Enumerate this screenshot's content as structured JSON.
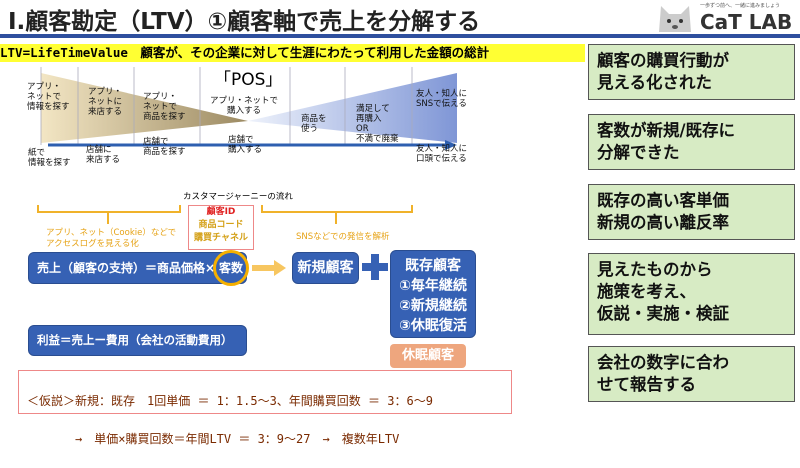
{
  "title": "Ⅰ.顧客勘定（LTV）①顧客軸で売上を分解する",
  "logo": {
    "text": "CaT LAB",
    "tagline": "一歩ずつ前へ、一緒に進みましょう"
  },
  "ltv_definition": "LTV=LifeTimeValue　顧客が、その企業に対して生涯にわたって利用した金額の総計",
  "journey": {
    "pos_label": "「POS」",
    "top": [
      "アプリ・\nネットで\n情報を探す",
      "アプリ・\nネットに\n来店する",
      "アプリ・\nネットで\n商品を探す",
      "アプリ・ネットで\n購入する",
      "商品を\n使う",
      "満足して\n再購入\nOR\n不満で廃棄",
      "友人・知人に\nSNSで伝える"
    ],
    "bottom": [
      "紙で\n情報を探す",
      "店舗に\n来店する",
      "店舗で\n商品を探す",
      "店舗で\n購入する",
      "友人・知人に\n口頭で伝える"
    ],
    "flow_label": "カスタマージャーニーの流れ"
  },
  "notes": {
    "left": "アプリ、ネット（Cookie）などで\nアクセスログを見える化",
    "right": "SNSなどでの発信を解析",
    "pos_data": [
      "顧客ID",
      "商品コード",
      "購買チャネル"
    ]
  },
  "formulas": {
    "sales": "売上（顧客の支持）＝商品価格×",
    "customers": "客数",
    "profit": "利益＝売上ー費用（会社の活動費用）"
  },
  "new_customer": "新規顧客",
  "existing": {
    "title": "既存顧客",
    "items": [
      "①毎年継続",
      "②新規継続",
      "③休眠復活"
    ]
  },
  "dormant": "休眠顧客",
  "hypothesis": [
    "＜仮説＞新規：既存　1回単価 ＝ 1：1.5～3、年間購買回数 ＝ 3：6～9",
    "　　　　→　単価×購買回数＝年間LTV ＝ 3：9～27　→　複数年LTV"
  ],
  "side_points": [
    "顧客の購買行動が\n見える化された",
    "客数が新規/既存に\n分解できた",
    "既存の高い客単価\n新規の高い離反率",
    "見えたものから\n施策を考え、\n仮説・実施・検証",
    "会社の数字に合わ\nせて報告する"
  ]
}
